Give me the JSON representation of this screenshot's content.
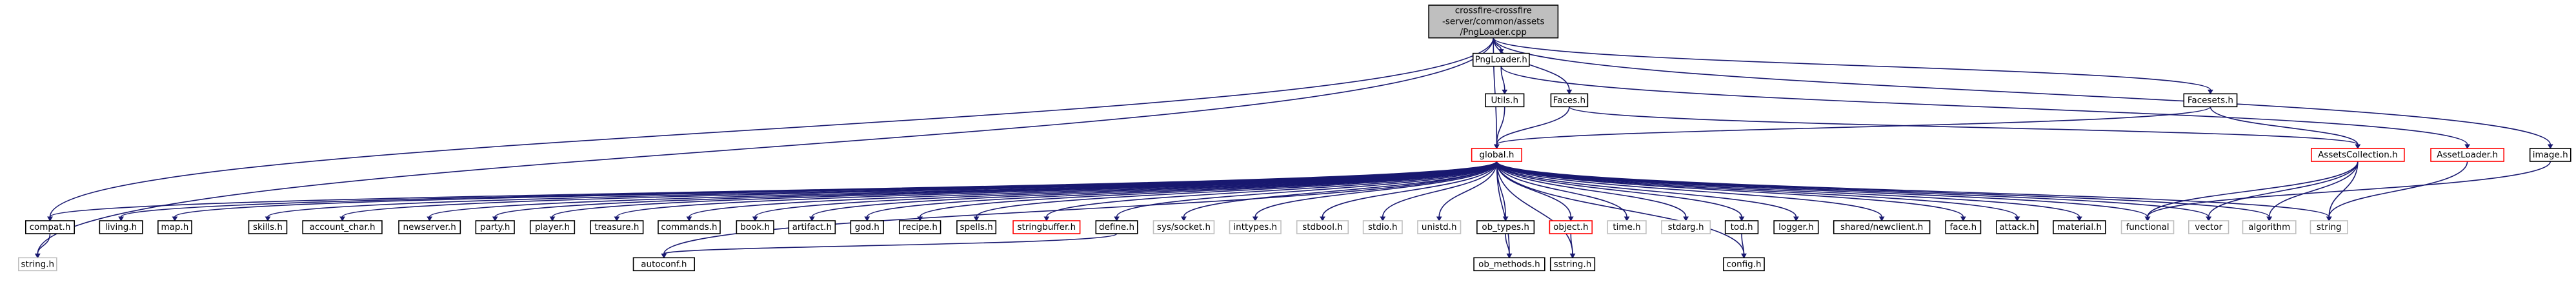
{
  "diagram": {
    "root": [
      "crossfire-crossfire",
      "-server/common/assets",
      "/PngLoader.cpp"
    ],
    "nodes": {
      "root": {
        "style": "root"
      },
      "pngloader": {
        "label": "PngLoader.h",
        "style": "normal"
      },
      "utils": {
        "label": "Utils.h",
        "style": "normal"
      },
      "faces": {
        "label": "Faces.h",
        "style": "normal"
      },
      "facesets": {
        "label": "Facesets.h",
        "style": "normal"
      },
      "global": {
        "label": "global.h",
        "style": "red"
      },
      "assetscollection": {
        "label": "AssetsCollection.h",
        "style": "red"
      },
      "assetloader": {
        "label": "AssetLoader.h",
        "style": "red"
      },
      "imageh": {
        "label": "image.h",
        "style": "normal"
      },
      "compat": {
        "label": "compat.h",
        "style": "normal"
      },
      "living": {
        "label": "living.h",
        "style": "normal"
      },
      "map": {
        "label": "map.h",
        "style": "normal"
      },
      "skills": {
        "label": "skills.h",
        "style": "normal"
      },
      "account_char": {
        "label": "account_char.h",
        "style": "normal"
      },
      "newserver": {
        "label": "newserver.h",
        "style": "normal"
      },
      "party": {
        "label": "party.h",
        "style": "normal"
      },
      "player": {
        "label": "player.h",
        "style": "normal"
      },
      "treasure": {
        "label": "treasure.h",
        "style": "normal"
      },
      "commands": {
        "label": "commands.h",
        "style": "normal"
      },
      "book": {
        "label": "book.h",
        "style": "normal"
      },
      "artifact": {
        "label": "artifact.h",
        "style": "normal"
      },
      "god": {
        "label": "god.h",
        "style": "normal"
      },
      "recipe": {
        "label": "recipe.h",
        "style": "normal"
      },
      "spells": {
        "label": "spells.h",
        "style": "normal"
      },
      "stringbuffer": {
        "label": "stringbuffer.h",
        "style": "red"
      },
      "define": {
        "label": "define.h",
        "style": "normal"
      },
      "syssocket": {
        "label": "sys/socket.h",
        "style": "gray"
      },
      "inttypes": {
        "label": "inttypes.h",
        "style": "gray"
      },
      "stdbool": {
        "label": "stdbool.h",
        "style": "gray"
      },
      "stdio": {
        "label": "stdio.h",
        "style": "gray"
      },
      "unistd": {
        "label": "unistd.h",
        "style": "gray"
      },
      "ob_types": {
        "label": "ob_types.h",
        "style": "normal"
      },
      "object": {
        "label": "object.h",
        "style": "red"
      },
      "time": {
        "label": "time.h",
        "style": "gray"
      },
      "stdarg": {
        "label": "stdarg.h",
        "style": "gray"
      },
      "tod": {
        "label": "tod.h",
        "style": "normal"
      },
      "logger": {
        "label": "logger.h",
        "style": "normal"
      },
      "sharednewclient": {
        "label": "shared/newclient.h",
        "style": "normal"
      },
      "faceh": {
        "label": "face.h",
        "style": "normal"
      },
      "attack": {
        "label": "attack.h",
        "style": "normal"
      },
      "material": {
        "label": "material.h",
        "style": "normal"
      },
      "functional": {
        "label": "functional",
        "style": "gray"
      },
      "vector": {
        "label": "vector",
        "style": "gray"
      },
      "algorithm": {
        "label": "algorithm",
        "style": "gray"
      },
      "string": {
        "label": "string",
        "style": "gray"
      },
      "stringh": {
        "label": "string.h",
        "style": "gray"
      },
      "autoconf": {
        "label": "autoconf.h",
        "style": "normal"
      },
      "ob_methods": {
        "label": "ob_methods.h",
        "style": "normal"
      },
      "sstring": {
        "label": "sstring.h",
        "style": "normal"
      },
      "config": {
        "label": "config.h",
        "style": "normal"
      }
    },
    "edges": [
      [
        "root",
        "pngloader"
      ],
      [
        "root",
        "faces"
      ],
      [
        "root",
        "global"
      ],
      [
        "root",
        "facesets"
      ],
      [
        "root",
        "imageh"
      ],
      [
        "root",
        "compat"
      ],
      [
        "root",
        "stringh"
      ],
      [
        "pngloader",
        "utils"
      ],
      [
        "pngloader",
        "assetloader"
      ],
      [
        "utils",
        "global"
      ],
      [
        "faces",
        "global"
      ],
      [
        "faces",
        "assetscollection"
      ],
      [
        "facesets",
        "global"
      ],
      [
        "facesets",
        "assetscollection"
      ],
      [
        "assetscollection",
        "functional"
      ],
      [
        "assetscollection",
        "vector"
      ],
      [
        "assetscollection",
        "algorithm"
      ],
      [
        "assetscollection",
        "string"
      ],
      [
        "assetloader",
        "string"
      ],
      [
        "imageh",
        "functional"
      ],
      [
        "global",
        "compat"
      ],
      [
        "global",
        "living"
      ],
      [
        "global",
        "map"
      ],
      [
        "global",
        "skills"
      ],
      [
        "global",
        "account_char"
      ],
      [
        "global",
        "newserver"
      ],
      [
        "global",
        "party"
      ],
      [
        "global",
        "player"
      ],
      [
        "global",
        "treasure"
      ],
      [
        "global",
        "commands"
      ],
      [
        "global",
        "book"
      ],
      [
        "global",
        "artifact"
      ],
      [
        "global",
        "god"
      ],
      [
        "global",
        "recipe"
      ],
      [
        "global",
        "spells"
      ],
      [
        "global",
        "stringbuffer"
      ],
      [
        "global",
        "define"
      ],
      [
        "global",
        "syssocket"
      ],
      [
        "global",
        "inttypes"
      ],
      [
        "global",
        "stdbool"
      ],
      [
        "global",
        "stdio"
      ],
      [
        "global",
        "unistd"
      ],
      [
        "global",
        "ob_types"
      ],
      [
        "global",
        "object"
      ],
      [
        "global",
        "time"
      ],
      [
        "global",
        "stdarg"
      ],
      [
        "global",
        "tod"
      ],
      [
        "global",
        "logger"
      ],
      [
        "global",
        "sharednewclient"
      ],
      [
        "global",
        "faceh"
      ],
      [
        "global",
        "attack"
      ],
      [
        "global",
        "material"
      ],
      [
        "global",
        "functional"
      ],
      [
        "global",
        "vector"
      ],
      [
        "global",
        "algorithm"
      ],
      [
        "global",
        "string"
      ],
      [
        "global",
        "autoconf"
      ],
      [
        "global",
        "ob_methods"
      ],
      [
        "global",
        "sstring"
      ],
      [
        "global",
        "config"
      ],
      [
        "compat",
        "stringh"
      ],
      [
        "define",
        "autoconf"
      ],
      [
        "ob_types",
        "ob_methods"
      ],
      [
        "object",
        "sstring"
      ],
      [
        "tod",
        "config"
      ]
    ]
  }
}
